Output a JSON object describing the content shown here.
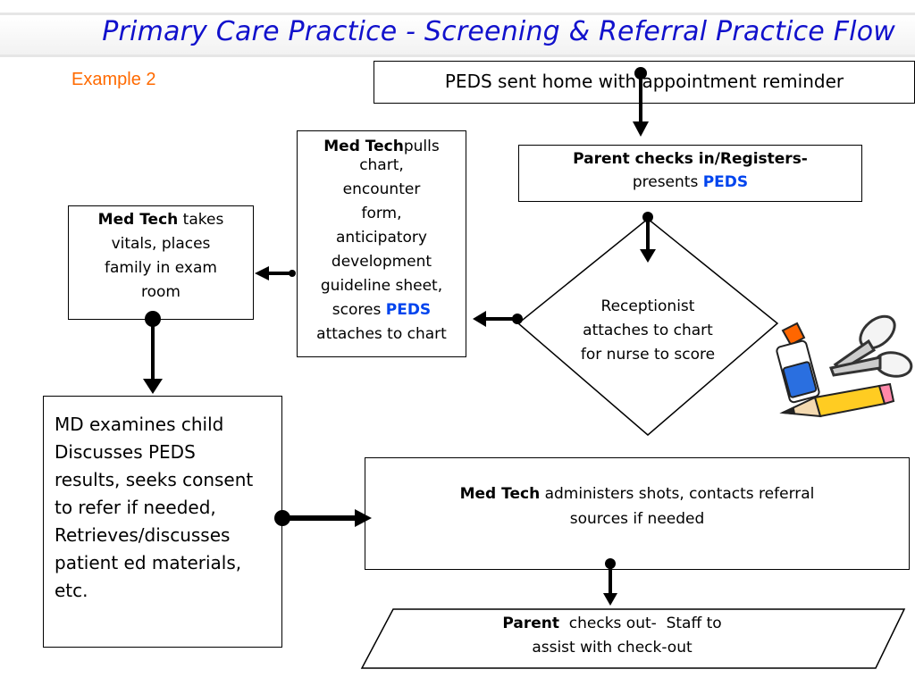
{
  "slide": {
    "title": "Primary Care Practice - Screening & Referral  Practice Flow",
    "subtitle": "Example 2"
  },
  "colors": {
    "title": "#1111cc",
    "subtitle": "#ff6a00",
    "peds": "#0044ee"
  },
  "nodes": {
    "peds_sent": {
      "text": "PEDS sent home with appointment reminder"
    },
    "parent_checks_in": {
      "bold": "Parent checks in/Registers-",
      "text": "presents ",
      "peds": "PEDS"
    },
    "receptionist": {
      "line1": "Receptionist",
      "line2": "attaches to chart",
      "line3": "for nurse to score"
    },
    "medtech_pulls": {
      "bold": "Med Tech",
      "lines": [
        "pulls",
        "chart,",
        "encounter",
        "form,",
        "anticipatory",
        "development",
        "guideline sheet,"
      ],
      "scores": "scores ",
      "peds": "PEDS",
      "last": "attaches to chart"
    },
    "medtech_vitals": {
      "bold": "Med Tech",
      "text1": " takes",
      "text2": "vitals, places",
      "text3": "family in exam",
      "text4": "room"
    },
    "md_examines": {
      "lines": [
        "MD examines child",
        "Discusses PEDS",
        "results, seeks consent",
        "to refer if needed,",
        "Retrieves/discusses",
        "patient ed materials,",
        "etc."
      ]
    },
    "medtech_shots": {
      "bold": "Med Tech",
      "text1": " administers shots, contacts referral",
      "text2": "sources if needed"
    },
    "parent_checkout": {
      "bold": "Parent",
      "text1": "  checks out-  Staff to",
      "text2": "assist with check-out"
    }
  },
  "clipart": {
    "icon": "school-supplies-icon"
  }
}
